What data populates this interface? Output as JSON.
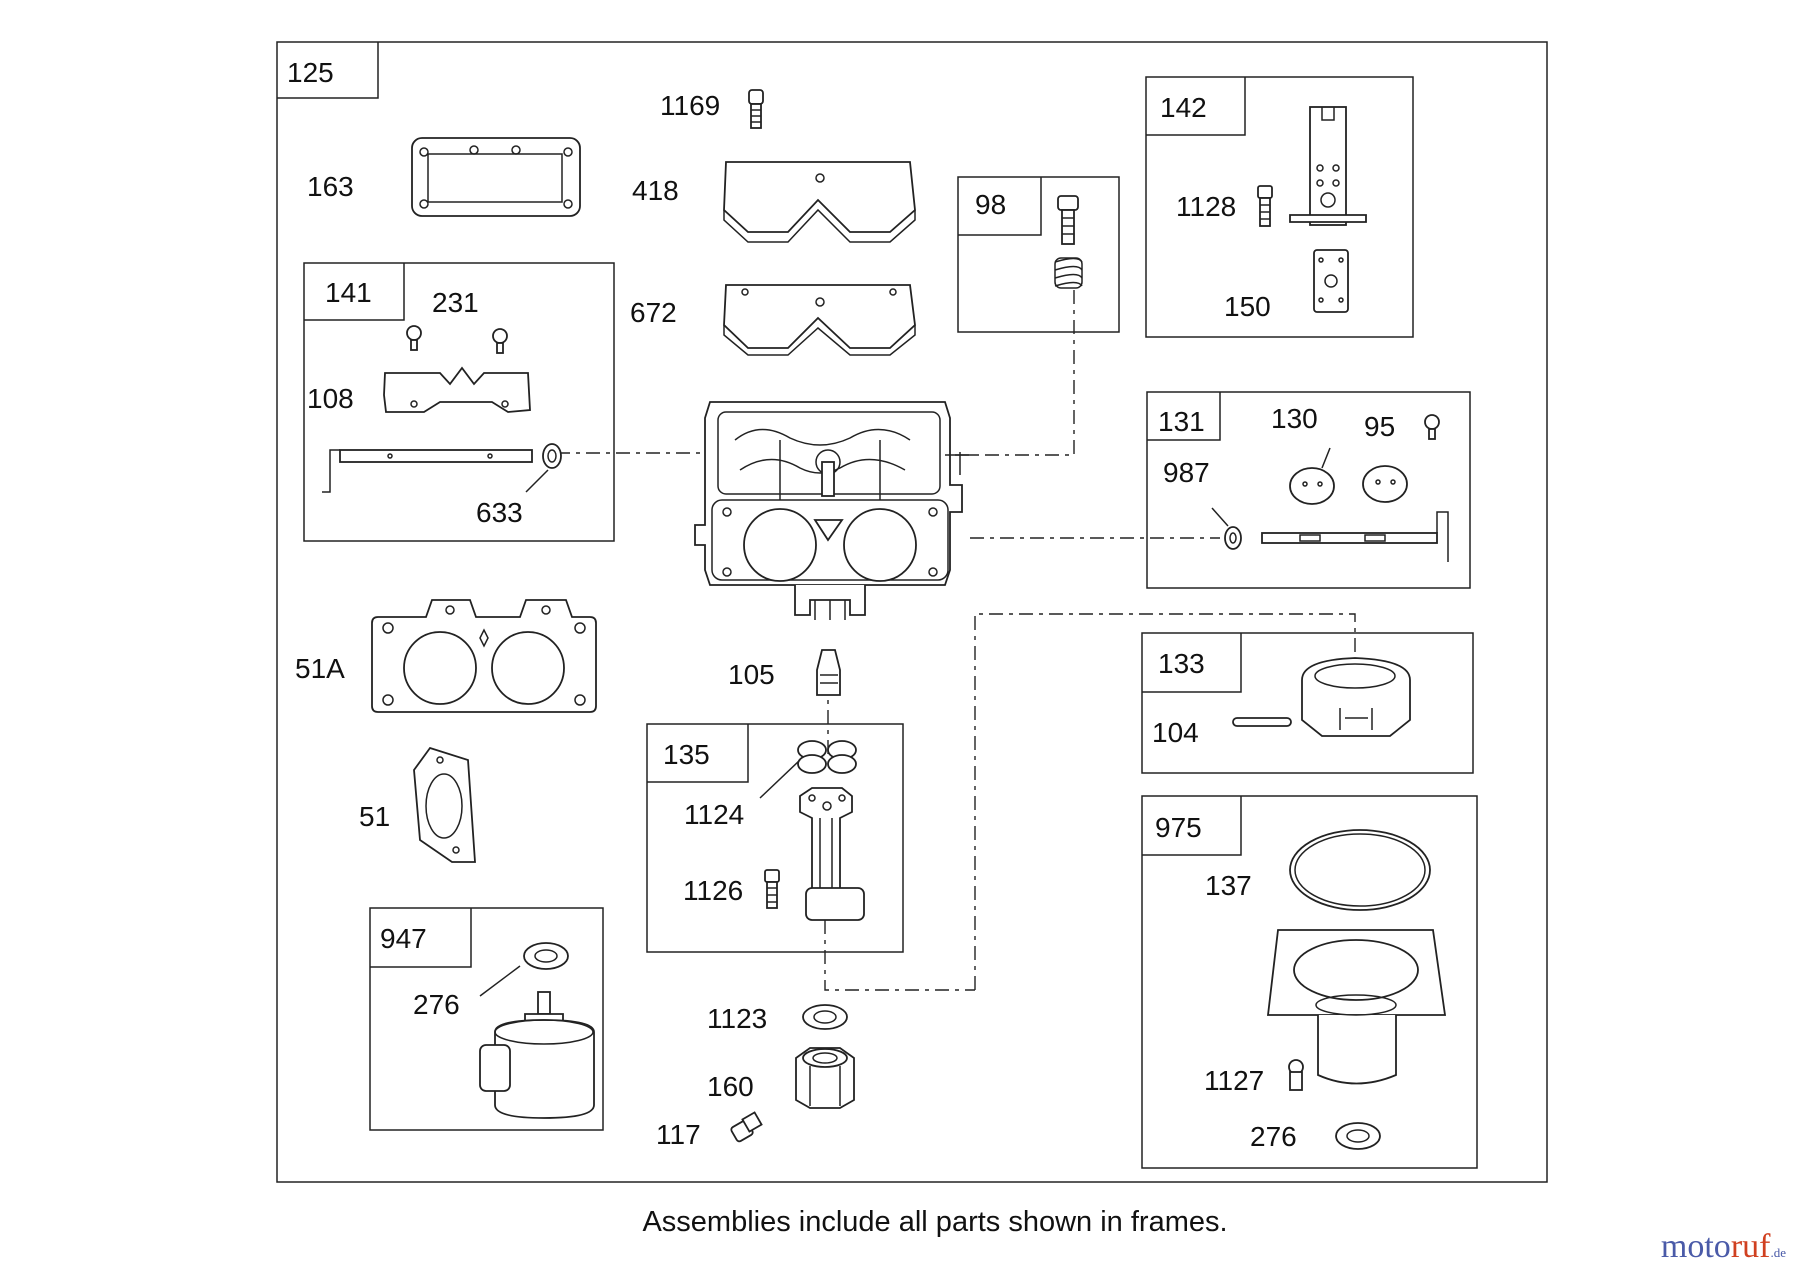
{
  "caption": "Assemblies include all parts shown in frames.",
  "watermark": {
    "main": "moto",
    "accent": "ruf",
    "suffix": ".de"
  },
  "colors": {
    "line": "#222222",
    "background": "#ffffff",
    "watermark_blue": "#4a5aa8",
    "watermark_red": "#d04020"
  },
  "frames": {
    "main": "125",
    "f141": "141",
    "f98": "98",
    "f142": "142",
    "f131": "131",
    "f133": "133",
    "f135": "135",
    "f947": "947",
    "f975": "975"
  },
  "parts": {
    "p163": "163",
    "p1169": "1169",
    "p418": "418",
    "p672": "672",
    "p231": "231",
    "p108": "108",
    "p633": "633",
    "p1128": "1128",
    "p150": "150",
    "p130": "130",
    "p95": "95",
    "p987": "987",
    "p51A": "51A",
    "p51": "51",
    "p105": "105",
    "p1124": "1124",
    "p1126": "1126",
    "p104": "104",
    "p137": "137",
    "p1127": "1127",
    "p276b": "276",
    "p276a": "276",
    "p1123": "1123",
    "p160": "160",
    "p117": "117"
  }
}
